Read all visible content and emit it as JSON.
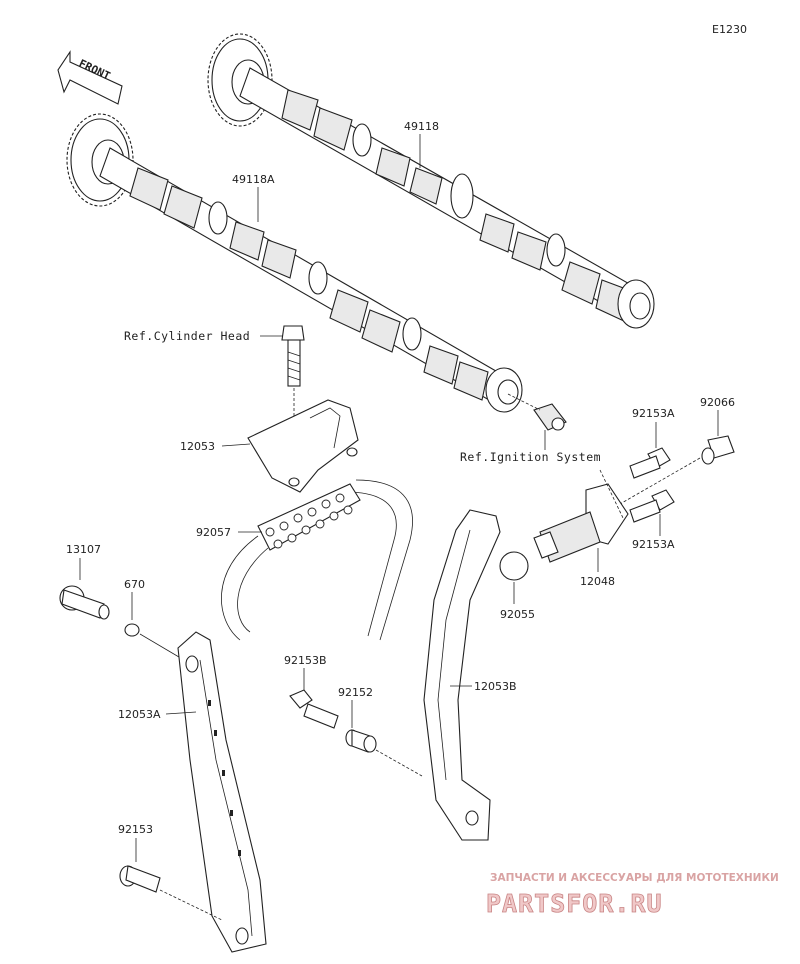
{
  "diagram_code": "E1230",
  "front_label": "FRONT",
  "refs": {
    "cylinder_head": "Ref.Cylinder Head",
    "ignition_system": "Ref.Ignition System"
  },
  "parts": {
    "camshaft_exhaust": "49118",
    "camshaft_intake": "49118A",
    "guide_top": "12053",
    "chain": "92057",
    "bolt_13107": "13107",
    "oring_670": "670",
    "guide_left": "12053A",
    "guide_right": "12053B",
    "bolt_92153B": "92153B",
    "collar_92152": "92152",
    "bolt_92153": "92153",
    "bolt_92153A_top": "92153A",
    "bolt_92153A_bottom": "92153A",
    "plug_92066": "92066",
    "tensioner": "12048",
    "oring_92055": "92055"
  },
  "watermark": {
    "tagline": "ЗАПЧАСТИ И АКСЕССУАРЫ ДЛЯ МОТОТЕХНИКИ",
    "brand": "PARTSFOR.RU"
  }
}
